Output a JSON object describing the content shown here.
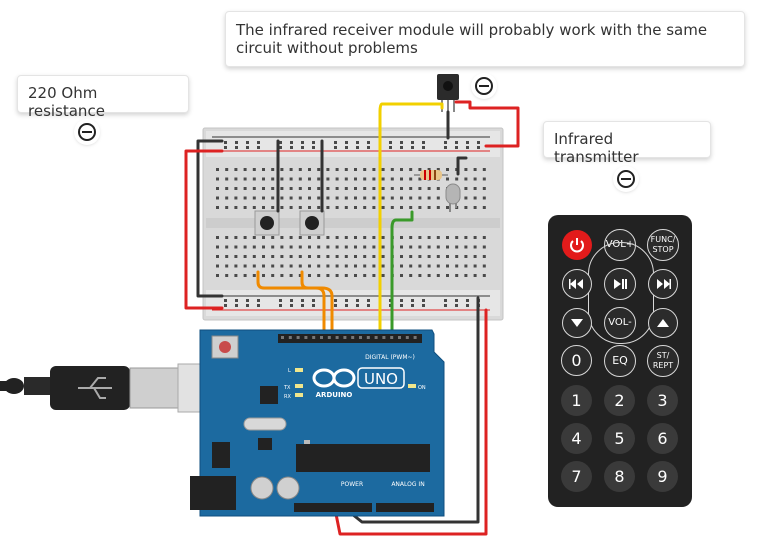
{
  "annotations": {
    "resistor_note": "220 Ohm resistance",
    "receiver_note": "The infrared receiver module will probably work with the same circuit without problems",
    "transmitter_note": "Infrared transmitter"
  },
  "arduino": {
    "model": "UNO",
    "brand": "ARDUINO",
    "digital_label": "DIGITAL (PWM~)",
    "power_label": "POWER",
    "analog_label": "ANALOG IN",
    "tx_label": "TX",
    "rx_label": "RX",
    "l_label": "L",
    "on_label": "ON"
  },
  "remote": {
    "buttons": {
      "vol_up": "VOL+",
      "func": "FUNC/\nSTOP",
      "vol_down": "VOL-",
      "eq": "EQ",
      "st": "ST/\nREPT",
      "n0": "0",
      "n1": "1",
      "n2": "2",
      "n3": "3",
      "n4": "4",
      "n5": "5",
      "n6": "6",
      "n7": "7",
      "n8": "8",
      "n9": "9"
    }
  },
  "colors": {
    "board_blue": "#1c6aa0",
    "breadboard": "#d9d9d9",
    "wire_red": "#dd2222",
    "wire_black": "#333333",
    "wire_yellow": "#f2d000",
    "wire_orange": "#f08a00",
    "wire_green": "#3a9a2a",
    "remote_body": "#222222",
    "power_red": "#e21b1b"
  }
}
